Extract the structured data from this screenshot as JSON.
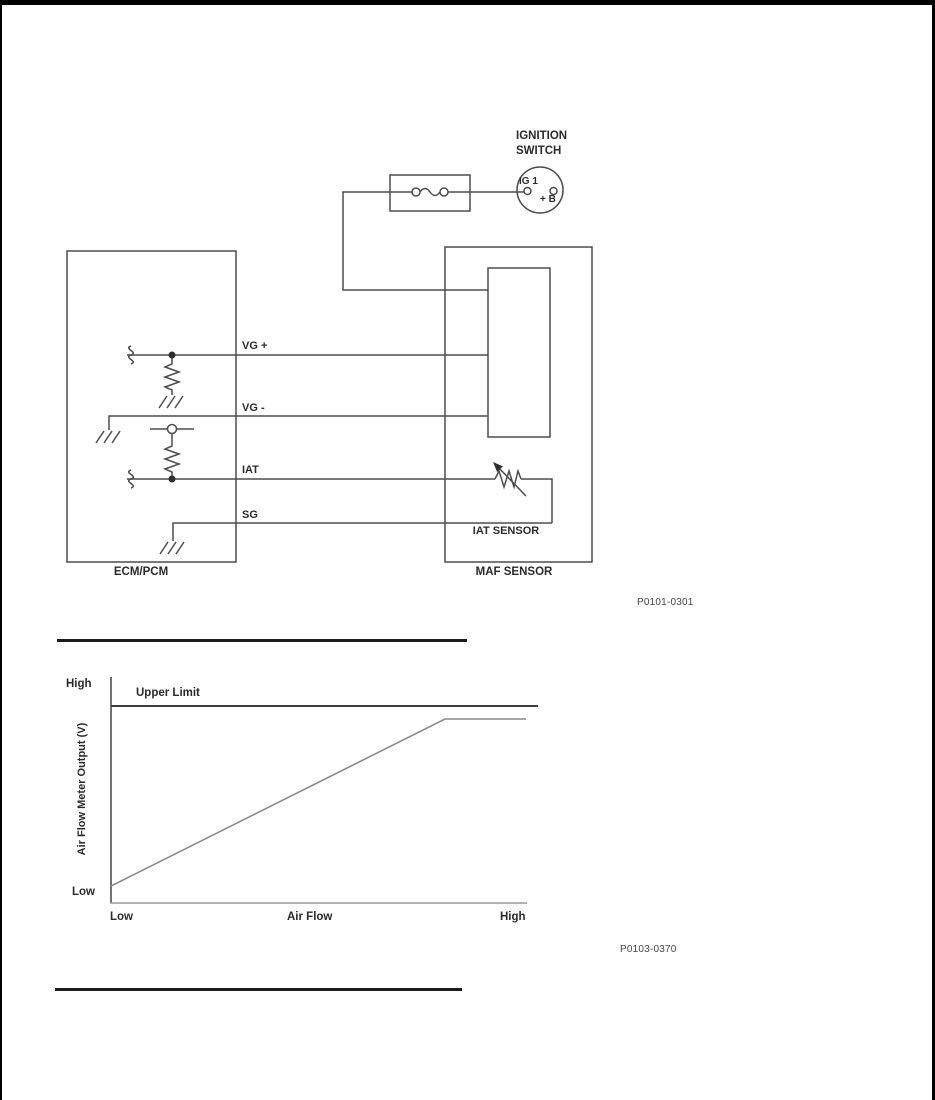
{
  "page": {
    "figure1_code": "P0101-0301",
    "figure2_code": "P0103-0370"
  },
  "wiring": {
    "ignition_line1": "IGNITION",
    "ignition_line2": "SWITCH",
    "ig1_terminal": "IG 1",
    "b_terminal": "+ B",
    "pins": {
      "vg_plus": "VG +",
      "vg_minus": "VG -",
      "iat": "IAT",
      "sg": "SG"
    },
    "ecm_label": "ECM/PCM",
    "maf_label": "MAF SENSOR",
    "iat_sensor_label": "IAT SENSOR"
  },
  "graph": {
    "y_high": "High",
    "y_low": "Low",
    "x_low": "Low",
    "x_high": "High",
    "x_title": "Air Flow",
    "y_title": "Air Flow Meter Output (V)",
    "upper_limit_label": "Upper Limit"
  },
  "chart_data": {
    "type": "line",
    "title": "",
    "xlabel": "Air Flow",
    "ylabel": "Air Flow Meter Output (V)",
    "x_axis_labels": [
      "Low",
      "High"
    ],
    "y_axis_labels": [
      "Low",
      "High"
    ],
    "x_range_norm": [
      0,
      1
    ],
    "y_range_norm": [
      0,
      1
    ],
    "grid": false,
    "legend_position": "none",
    "series": [
      {
        "name": "Air Flow Meter Output",
        "points_norm": [
          [
            0.0,
            0.075
          ],
          [
            0.8,
            0.81
          ],
          [
            1.0,
            0.81
          ]
        ],
        "description": "Output rises linearly with air flow then clips flat just below the upper limit"
      },
      {
        "name": "Upper Limit",
        "points_norm": [
          [
            0.0,
            0.87
          ],
          [
            1.03,
            0.87
          ]
        ],
        "description": "Horizontal reference line labeled Upper Limit"
      }
    ],
    "annotations": [
      "Upper Limit"
    ]
  }
}
